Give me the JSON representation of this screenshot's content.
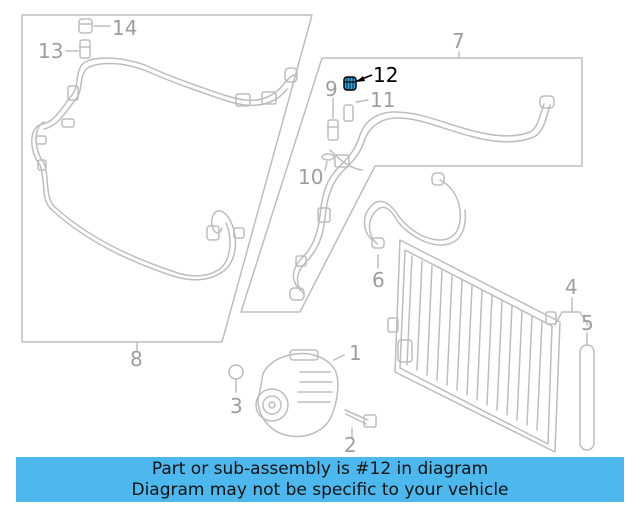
{
  "diagram": {
    "highlighted_part": "12",
    "colors": {
      "line": "#bdbdbd",
      "label": "#9e9e9e",
      "highlight": "#000000",
      "highlight_fill": "#2aa8e8",
      "banner_bg": "#4cb8ee"
    },
    "callouts": [
      {
        "id": "1",
        "label": "1"
      },
      {
        "id": "2",
        "label": "2"
      },
      {
        "id": "3",
        "label": "3"
      },
      {
        "id": "4",
        "label": "4"
      },
      {
        "id": "5",
        "label": "5"
      },
      {
        "id": "6",
        "label": "6"
      },
      {
        "id": "7",
        "label": "7"
      },
      {
        "id": "8",
        "label": "8"
      },
      {
        "id": "9",
        "label": "9"
      },
      {
        "id": "10",
        "label": "10"
      },
      {
        "id": "11",
        "label": "11"
      },
      {
        "id": "12",
        "label": "12"
      },
      {
        "id": "13",
        "label": "13"
      },
      {
        "id": "14",
        "label": "14"
      }
    ]
  },
  "banner": {
    "line1": "Part or sub-assembly is #12 in diagram",
    "line2": "Diagram may not be specific to your vehicle"
  }
}
